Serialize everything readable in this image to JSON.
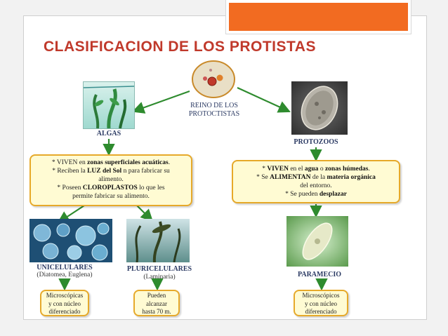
{
  "title": "CLASIFICACION  DE  LOS  PROTISTAS",
  "center": {
    "label_line1": "REINO DE LOS",
    "label_line2": "PROTOCTISTAS"
  },
  "algas": {
    "label": "ALGAS",
    "box": [
      {
        "pre": "* VIVEN en ",
        "bold": "zonas superficiales  acuáticas",
        "post": "."
      },
      {
        "pre": "* Reciben la ",
        "bold": "LUZ  del Sol",
        "post": " n para fabricar su"
      },
      {
        "pre": "alimento.",
        "bold": "",
        "post": ""
      },
      {
        "pre": "* Poseen ",
        "bold": "CLOROPLASTOS",
        "post": " lo que les"
      },
      {
        "pre": "permite fabricar su alimento.",
        "bold": "",
        "post": ""
      }
    ],
    "uni": {
      "label": "UNICELULARES",
      "sub": "(Diatomea, Euglena)",
      "box": [
        "Microscópicas",
        "y con núcleo",
        "diferenciado"
      ]
    },
    "pluri": {
      "label": "PLURICELULARES",
      "sub": "(Laminaria)",
      "box": [
        "Pueden",
        "alcanzar",
        "hasta 70 m."
      ]
    }
  },
  "protozoos": {
    "label": "PROTOZOOS",
    "box": [
      {
        "pre": "* ",
        "bold": "VIVEN",
        "post": " en el ",
        "bold2": "agua",
        "post2": " o ",
        "bold3": "zonas húmedas",
        "post3": "."
      },
      {
        "pre": "* Se ",
        "bold": "ALIMENTAN",
        "post": " de la ",
        "bold2": "materia orgánica",
        "post2": "",
        "bold3": "",
        "post3": ""
      },
      {
        "pre": "del entorno.",
        "bold": "",
        "post": "",
        "bold2": "",
        "post2": "",
        "bold3": "",
        "post3": ""
      },
      {
        "pre": "* Se pueden ",
        "bold": "desplazar",
        "post": "",
        "bold2": "",
        "post2": "",
        "bold3": "",
        "post3": ""
      }
    ],
    "paramecio": {
      "label": "PARAMECIO",
      "box": [
        "Microscópicos",
        "y con núcleo",
        "diferenciado"
      ]
    }
  },
  "colors": {
    "title": "#c0392b",
    "accent": "#f26b21",
    "arrow": "#2e8b2e",
    "box_border": "#e6a92a",
    "box_fill": "#fffbd3",
    "label": "#2b3a63"
  }
}
